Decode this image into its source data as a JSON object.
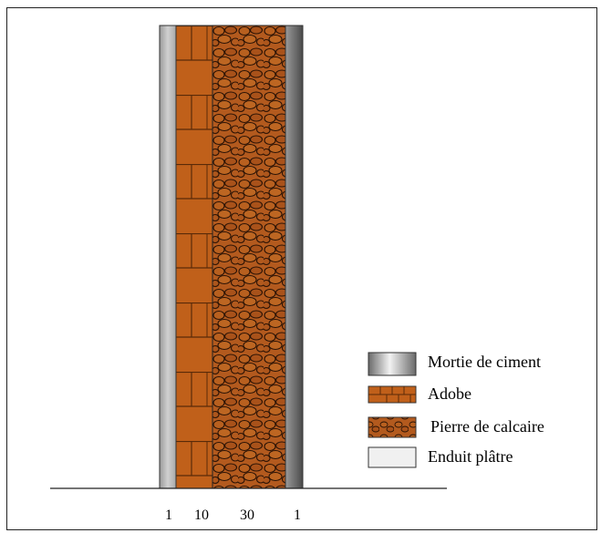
{
  "legend": {
    "items": [
      {
        "label": "Mortie de ciment",
        "swatch": "cement-mortar"
      },
      {
        "label": "Adobe",
        "swatch": "adobe"
      },
      {
        "label": "Pierre de calcaire",
        "swatch": "limestone"
      },
      {
        "label": "Enduit plâtre",
        "swatch": "plaster"
      }
    ]
  },
  "layers": [
    {
      "material": "Mortie de ciment",
      "thickness": "1"
    },
    {
      "material": "Adobe",
      "thickness": "10"
    },
    {
      "material": "Pierre de calcaire",
      "thickness": "30"
    },
    {
      "material": "Mortie de ciment",
      "thickness": "1"
    }
  ],
  "colors": {
    "adobe": "#c0601a",
    "adobe_mortar": "#5a2a08",
    "stone": "#b35a1e",
    "stone_outline": "#2a1204",
    "cement_light": "#d8d8d8",
    "cement_dark": "#707070",
    "plaster": "#f0f0f0"
  }
}
